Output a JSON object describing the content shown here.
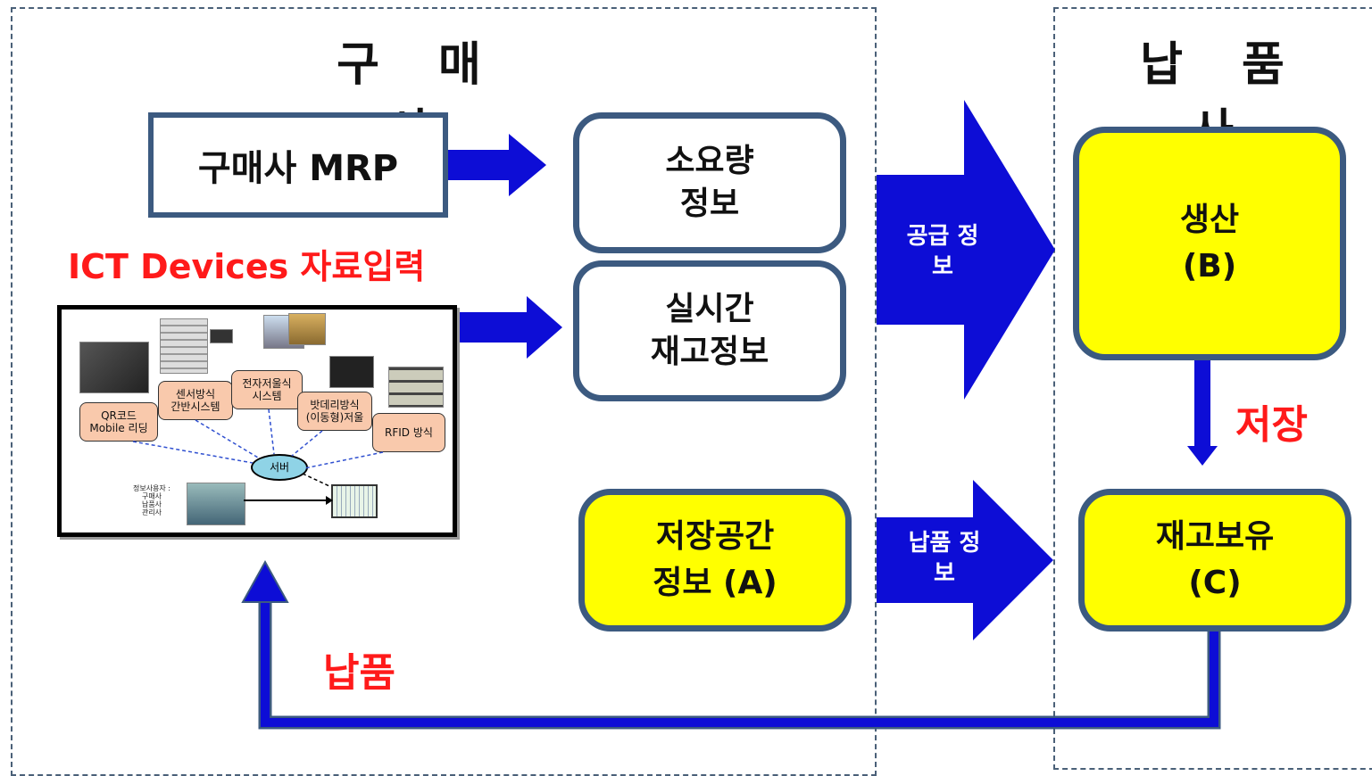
{
  "regions": {
    "buyer_title": "구 매 사",
    "supplier_title": "납 품 사"
  },
  "boxes": {
    "mrp": "구매사 MRP",
    "requirement_line1": "소요량",
    "requirement_line2": "정보",
    "realtime_line1": "실시간",
    "realtime_line2": "재고정보",
    "storage_line1": "저장공간",
    "storage_line2": "정보 (A)",
    "production_line1": "생산",
    "production_line2": "(B)",
    "inventory_line1": "재고보유",
    "inventory_line2": "(C)"
  },
  "labels": {
    "ict_input": "ICT Devices 자료입력",
    "supply_info_line1": "공급 정",
    "supply_info_line2": "보",
    "delivery_info_line1": "납품 정",
    "delivery_info_line2": "보",
    "store": "저장",
    "delivery": "납품"
  },
  "device_panel": {
    "qr": "QR코드\nMobile 리딩",
    "sensor": "센서방식\n간반시스템",
    "e_scale": "전자저울식\n시스템",
    "battery": "밧데리방식\n(이동형)저울",
    "rfid": "RFID 방식",
    "server": "서버",
    "users": "정보사용자 :\n구매사\n납품사\n관리사"
  },
  "colors": {
    "arrow_blue": "#0d0dd6",
    "box_border": "#3c5a80",
    "highlight_yellow": "#ffff00",
    "label_red": "#ff1a1a"
  }
}
